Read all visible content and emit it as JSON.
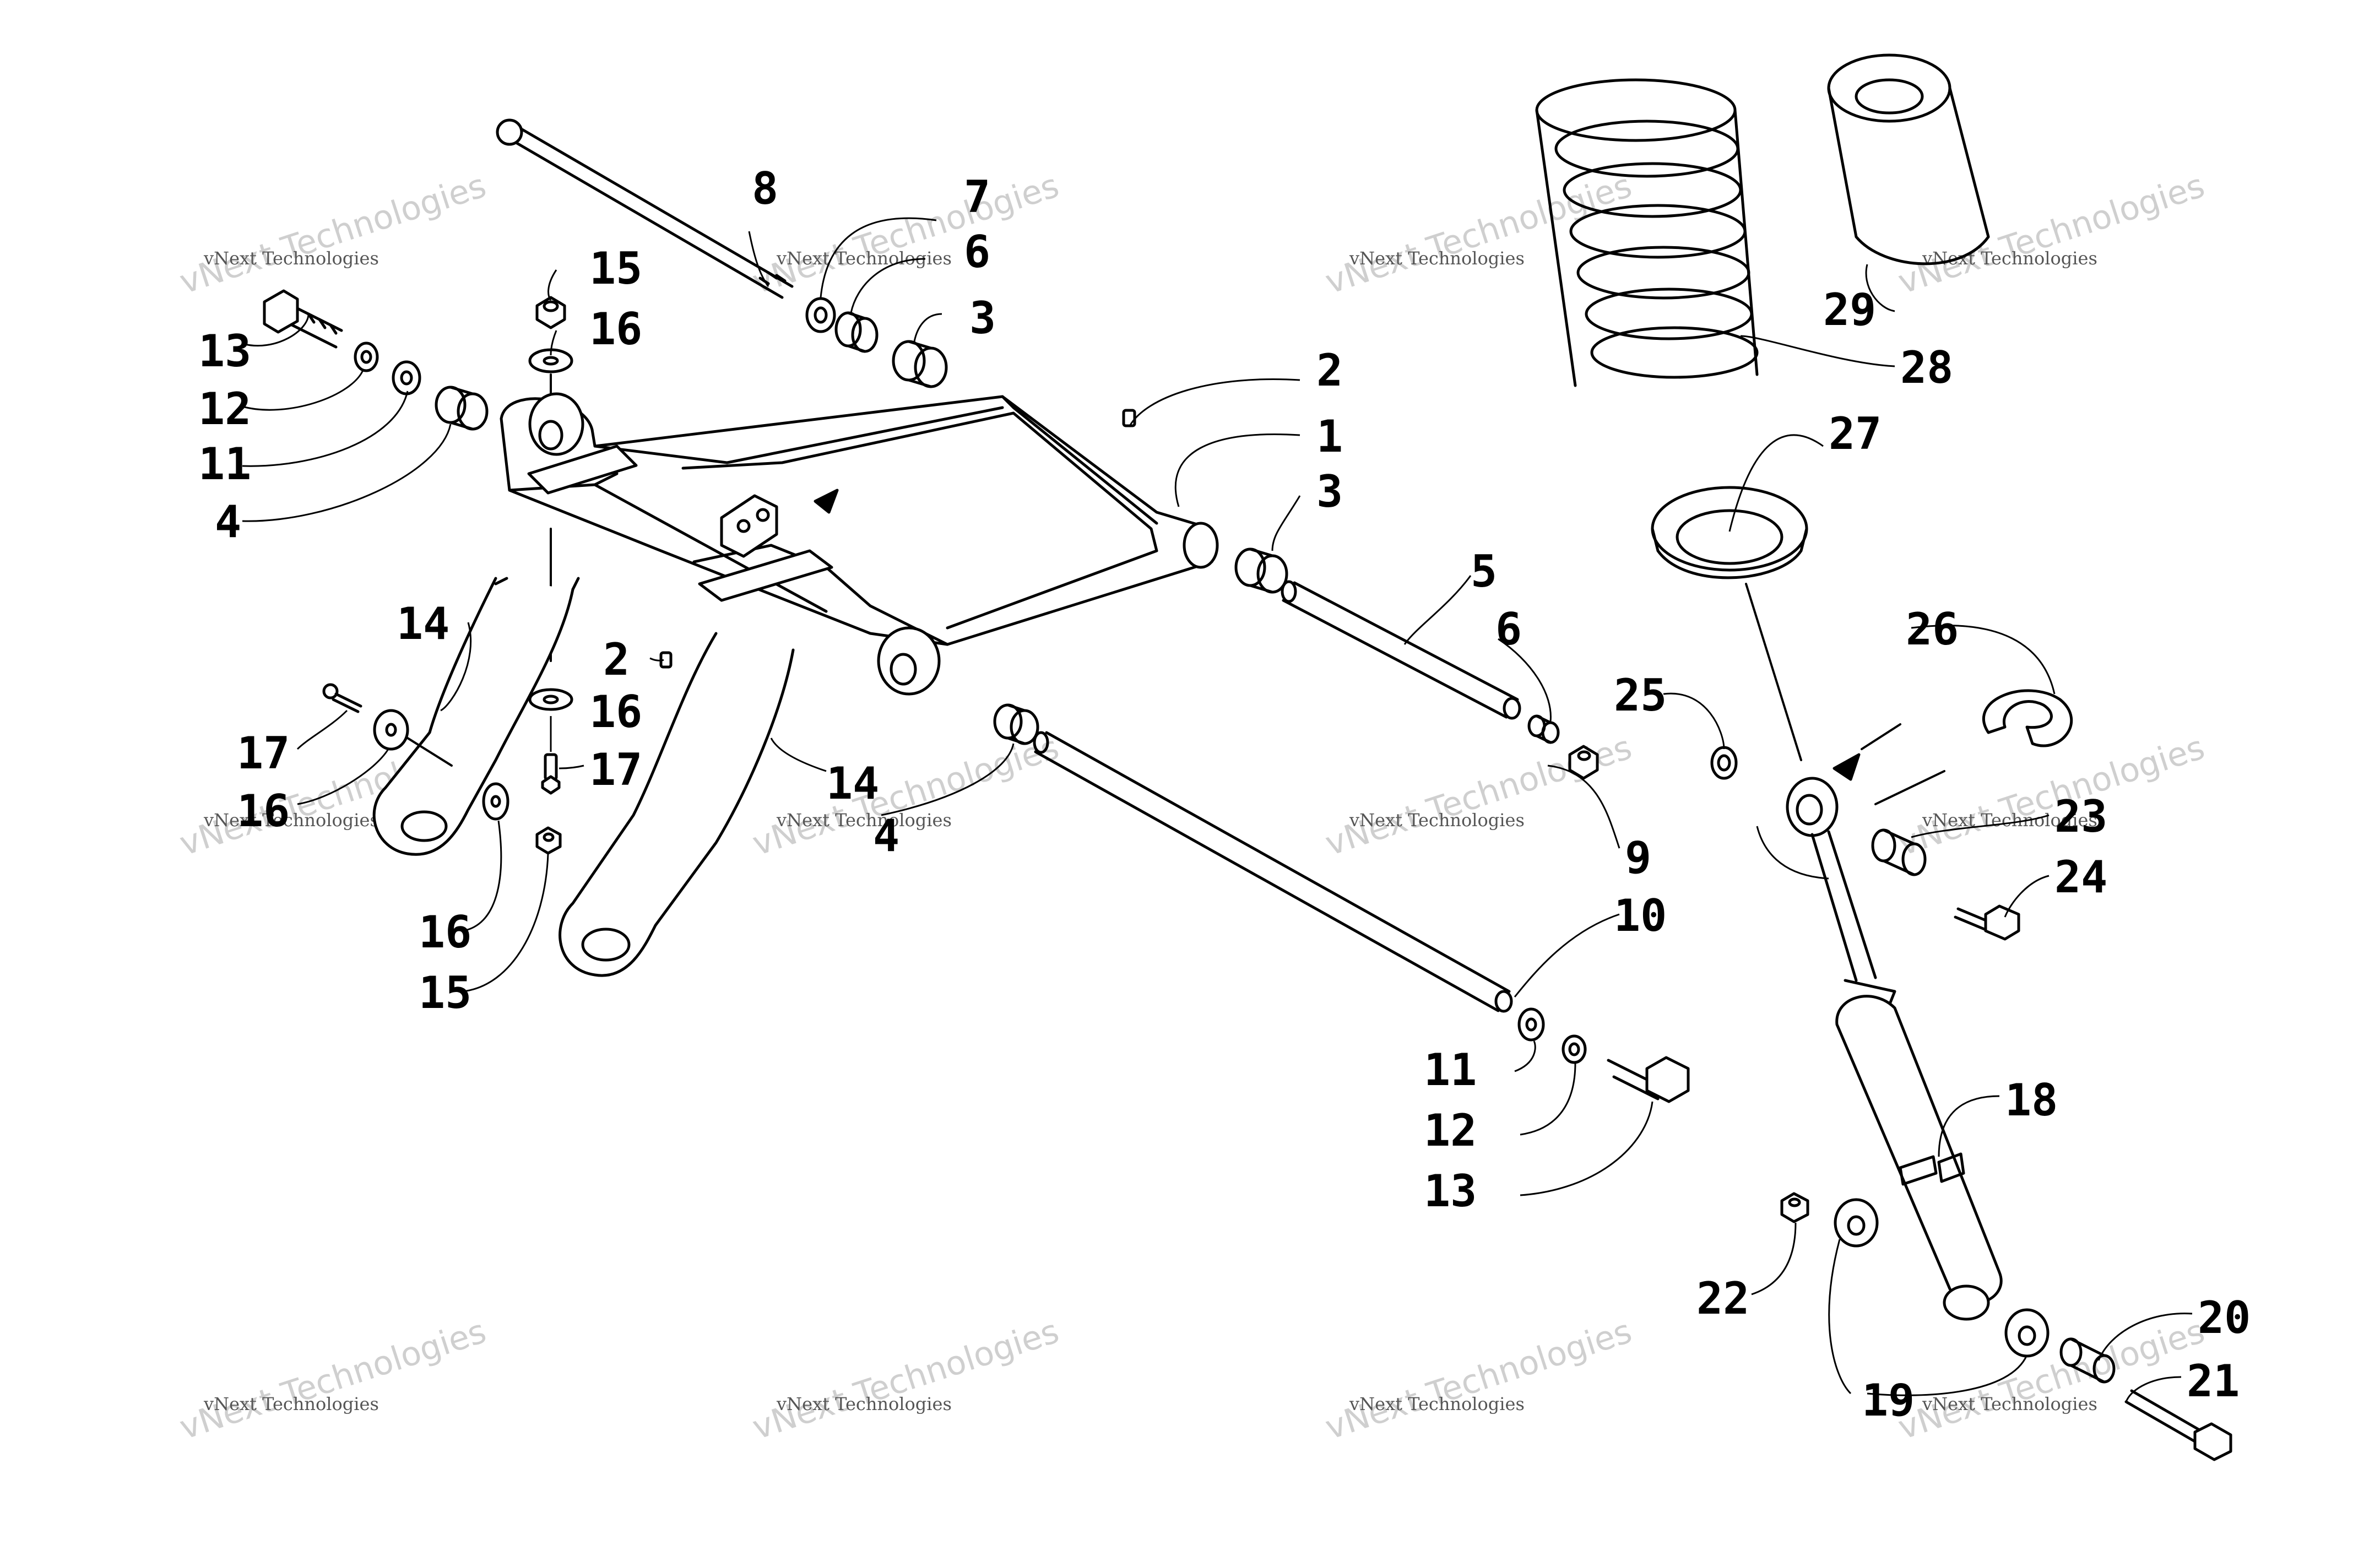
{
  "diagram": {
    "callouts": [
      "1",
      "2",
      "2",
      "3",
      "3",
      "4",
      "4",
      "5",
      "6",
      "6",
      "7",
      "8",
      "9",
      "10",
      "11",
      "11",
      "12",
      "12",
      "13",
      "13",
      "14",
      "14",
      "15",
      "15",
      "16",
      "16",
      "16",
      "16",
      "17",
      "17",
      "18",
      "19",
      "20",
      "21",
      "22",
      "23",
      "24",
      "25",
      "26",
      "27",
      "28",
      "29"
    ],
    "watermark": {
      "line1": "vNext Technologies",
      "line2": "vNext Technologies",
      "count": 12
    }
  }
}
